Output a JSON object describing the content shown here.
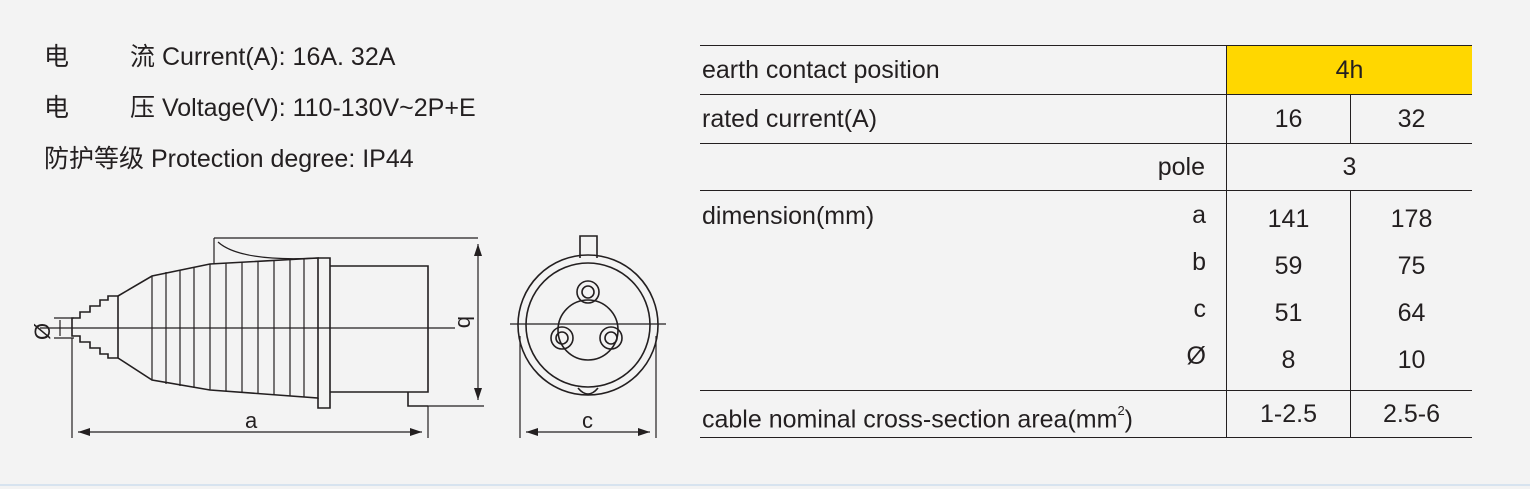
{
  "specs": [
    {
      "cn_a": "电",
      "cn_b": "流",
      "en": "Current(A): 16A. 32A"
    },
    {
      "cn_a": "电",
      "cn_b": "压",
      "en": "Voltage(V): 110-130V~2P+E"
    },
    {
      "cn": "防护等级",
      "en": "Protection degree: IP44"
    }
  ],
  "drawing_labels": {
    "side_a": "a",
    "side_b": "b",
    "side_diameter": "Ø",
    "front_c": "c"
  },
  "table": {
    "earth_label": "earth contact position",
    "earth_value": "4h",
    "current_label": "rated current(A)",
    "current_values": [
      "16",
      "32"
    ],
    "pole_label": "pole",
    "pole_value": "3",
    "dimension_label": "dimension(mm)",
    "dimension_rows": [
      {
        "letter": "a",
        "v16": "141",
        "v32": "178"
      },
      {
        "letter": "b",
        "v16": "59",
        "v32": "75"
      },
      {
        "letter": "c",
        "v16": "51",
        "v32": "64"
      },
      {
        "letter": "Ø",
        "v16": "8",
        "v32": "10"
      }
    ],
    "cable_label": "cable nominal cross-section area(mm",
    "cable_label_sup": "2",
    "cable_label_end": ")",
    "cable_values": [
      "1-2.5",
      "2.5-6"
    ]
  },
  "colors": {
    "highlight": "#ffd700",
    "ink": "#231f20",
    "background": "#f3f3f3"
  }
}
